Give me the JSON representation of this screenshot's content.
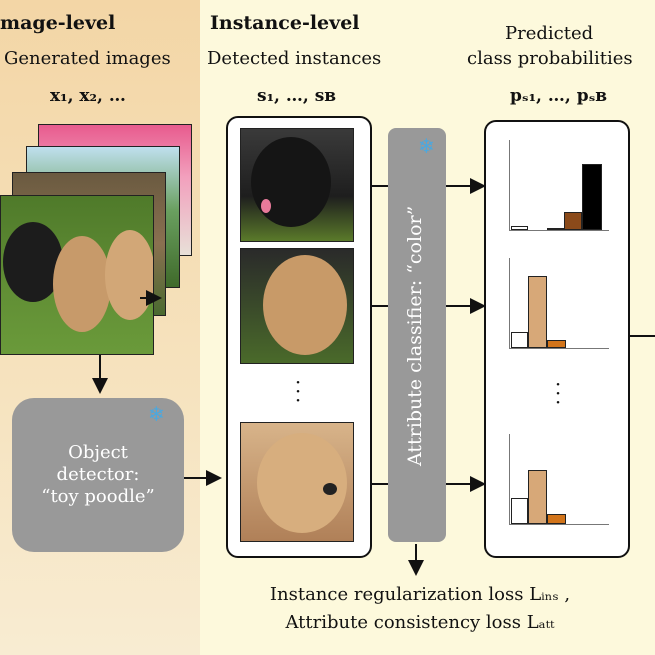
{
  "image_level": {
    "header": "mage-level",
    "subtitle": "Generated images",
    "math": "x₁, x₂, …"
  },
  "instance_level": {
    "header": "Instance-level",
    "subtitle": "Detected instances",
    "math": "s₁, …, sʙ"
  },
  "predicted": {
    "title_line1": "Predicted",
    "title_line2": "class probabilities",
    "math": "pₛ₁, …, pₛʙ"
  },
  "detector": {
    "line1": "Object",
    "line2": "detector:",
    "line3": "“toy poodle”"
  },
  "classifier": {
    "label": "Attribute classifier: “color”"
  },
  "loss": {
    "line1": "Instance regularization loss Lᵢₙₛ ,",
    "line2": "Attribute consistency loss Lₐₜₜ"
  },
  "icons": {
    "frozen": "snowflake-icon"
  },
  "colors": {
    "image_panel": "#f3d6a6",
    "instance_panel": "#fdf9dc",
    "module_gray": "#999999",
    "snowflake": "#4aa8e0",
    "bar_white": "#ffffff",
    "bar_tan": "#d7a878",
    "bar_brown": "#8b4a1a",
    "bar_orange": "#d2741a",
    "bar_black": "#000000"
  },
  "histograms": [
    {
      "bars": [
        0.05,
        0.03,
        0.25,
        1.0
      ],
      "colors": [
        "#ffffff",
        "#d7a878",
        "#8b4a1a",
        "#000000"
      ]
    },
    {
      "bars": [
        0.2,
        0.95,
        0.1,
        0.0
      ],
      "colors": [
        "#ffffff",
        "#d7a878",
        "#d2741a",
        "#000000"
      ]
    },
    {
      "bars": [
        0.35,
        0.8,
        0.15,
        0.0
      ],
      "colors": [
        "#ffffff",
        "#d7a878",
        "#d2741a",
        "#000000"
      ]
    }
  ]
}
